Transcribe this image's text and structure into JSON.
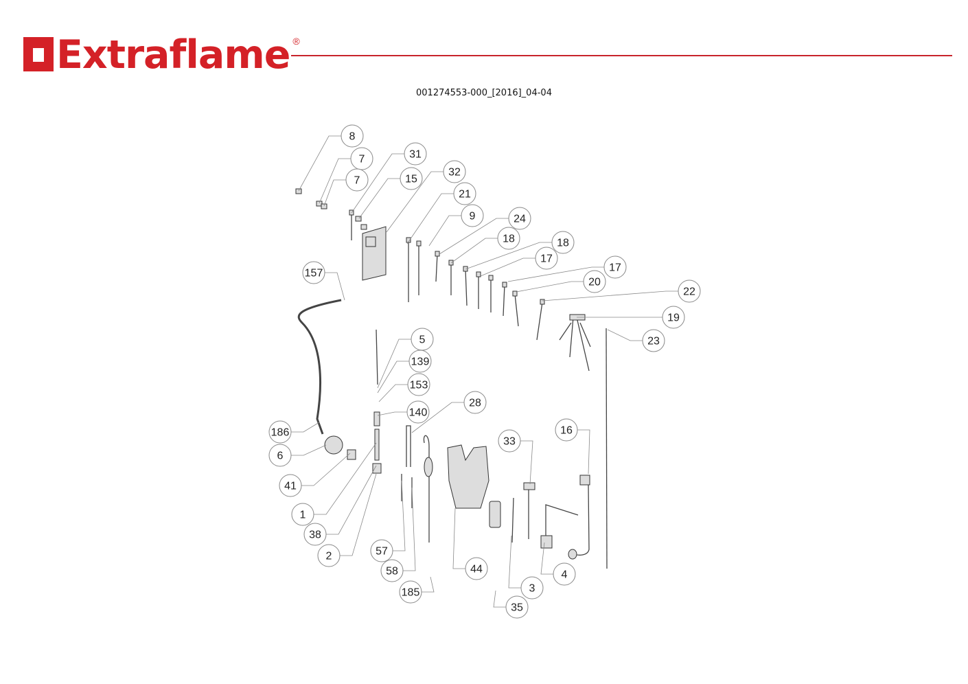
{
  "header": {
    "brand": "Extraflame",
    "registered_mark": "®",
    "document_code": "001274553-000_[2016]_04-04"
  },
  "colors": {
    "brand_red": "#d42127"
  },
  "diagram": {
    "callouts": [
      "8",
      "7",
      "7",
      "31",
      "15",
      "32",
      "21",
      "9",
      "24",
      "18",
      "18",
      "17",
      "17",
      "20",
      "22",
      "19",
      "23",
      "157",
      "5",
      "139",
      "153",
      "140",
      "28",
      "186",
      "6",
      "41",
      "1",
      "38",
      "2",
      "57",
      "58",
      "185",
      "44",
      "33",
      "16",
      "3",
      "35",
      "4"
    ]
  }
}
